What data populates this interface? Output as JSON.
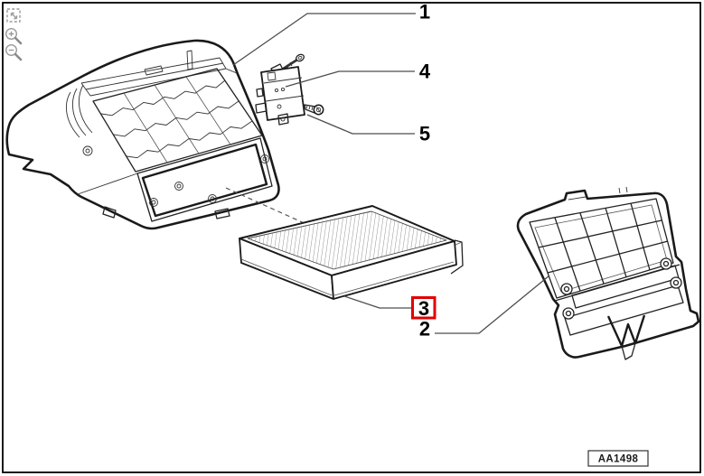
{
  "viewer": {
    "diagram_code": "AA1498",
    "toolbar": [
      {
        "icon": "fit-view-icon"
      },
      {
        "icon": "zoom-in-icon"
      },
      {
        "icon": "zoom-out-icon"
      }
    ]
  },
  "callouts": [
    {
      "label": "1",
      "highlighted": false
    },
    {
      "label": "2",
      "highlighted": false
    },
    {
      "label": "3",
      "highlighted": true
    },
    {
      "label": "4",
      "highlighted": false
    },
    {
      "label": "5",
      "highlighted": false
    }
  ],
  "colors": {
    "highlight_red": "#e10000",
    "drawing_line": "#1a1a1a",
    "leader_gray": "#4d4d4d",
    "icon_gray": "#9a9a9a",
    "background": "#ffffff"
  }
}
